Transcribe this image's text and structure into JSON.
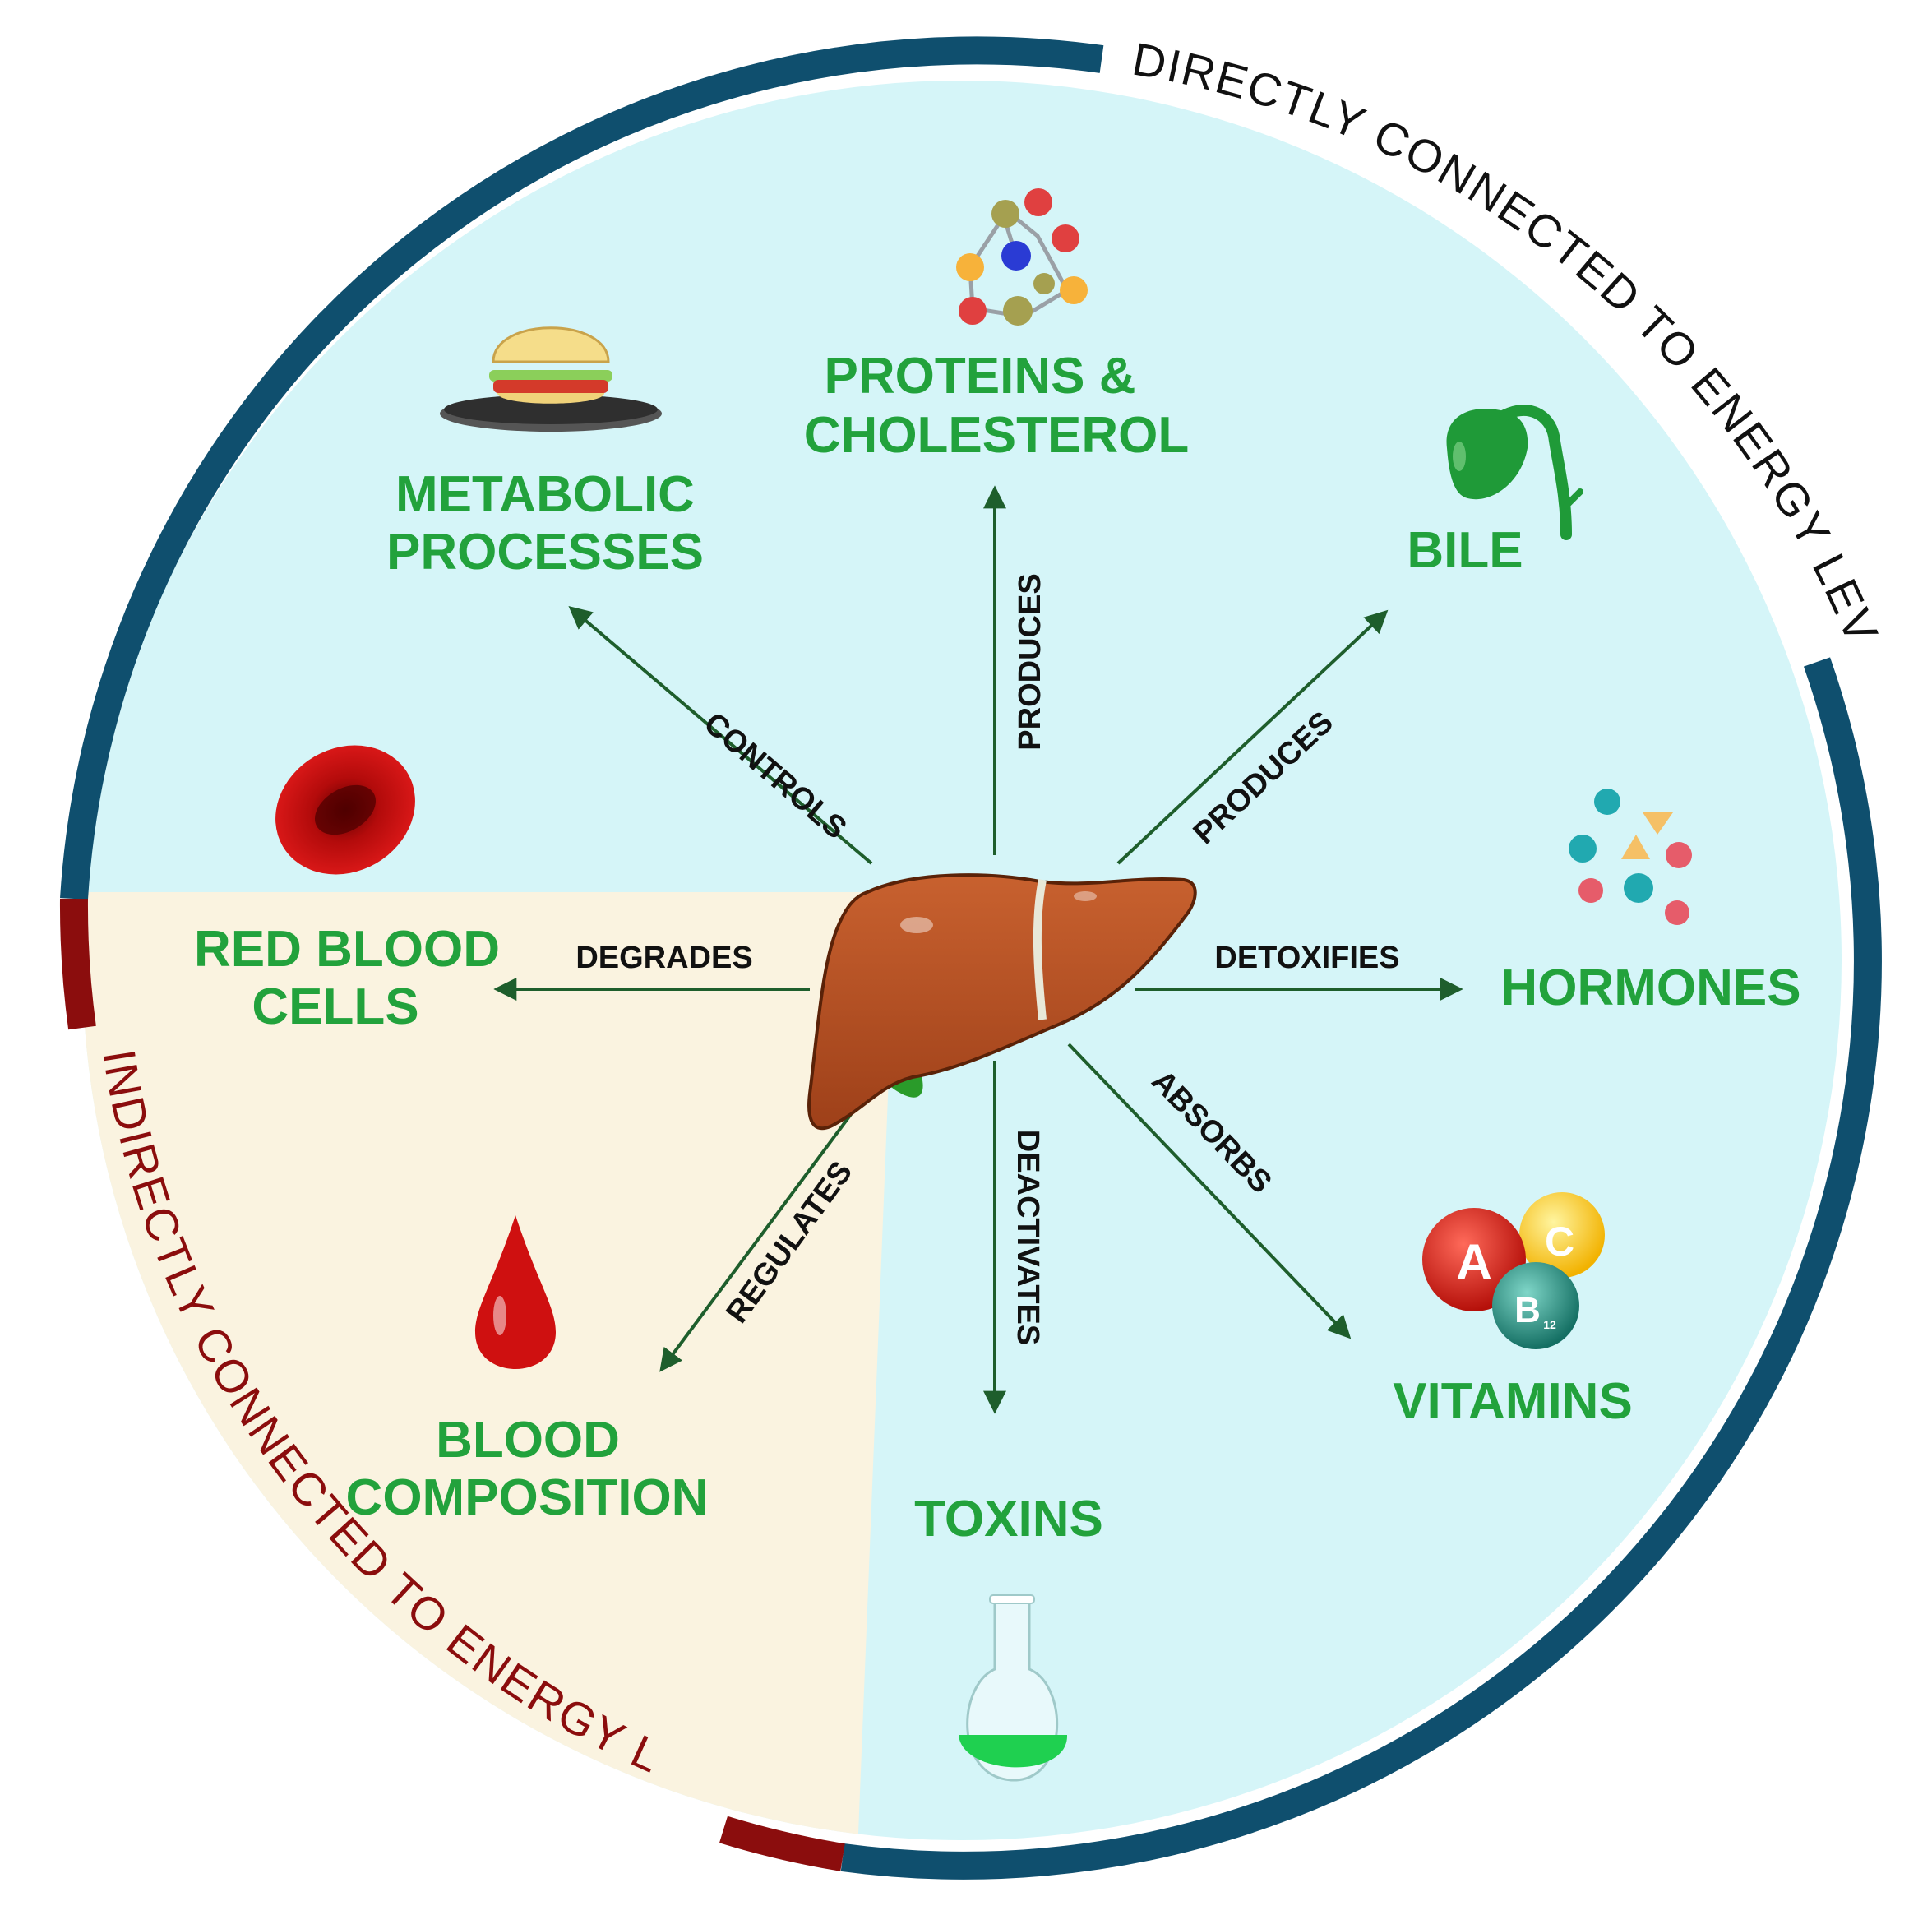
{
  "center": {
    "organ": "liver"
  },
  "ring": {
    "direct_label": "DIRECTLY CONNECTED TO ENERGY LEVELS",
    "indirect_label": "INDIRECTLY CONNECTED TO ENERGY LEVELS"
  },
  "nodes": {
    "metabolic": {
      "line1": "METABOLIC",
      "line2": "PROCESSES",
      "icon": "burger-icon"
    },
    "proteins": {
      "line1": "PROTEINS &",
      "line2": "CHOLESTEROL",
      "icon": "molecule-icon"
    },
    "bile": {
      "line1": "BILE",
      "icon": "gallbladder-icon"
    },
    "hormones": {
      "line1": "HORMONES",
      "icon": "hormone-particles-icon"
    },
    "vitamins": {
      "line1": "VITAMINS",
      "icon": "vitamin-balls-icon",
      "balls": [
        "A",
        "C",
        "B",
        "12"
      ]
    },
    "toxins": {
      "line1": "TOXINS",
      "icon": "flask-icon"
    },
    "blood_composition": {
      "line1": "BLOOD",
      "line2": "COMPOSITION",
      "icon": "blood-drop-icon"
    },
    "red_blood_cells": {
      "line1": "RED BLOOD",
      "line2": "CELLS",
      "icon": "red-blood-cell-icon"
    }
  },
  "edges": {
    "controls": "CONTROLS",
    "produces_proteins": "PRODUCES",
    "produces_bile": "PRODUCES",
    "detoxifies": "DETOXIFIES",
    "absorbs": "ABSORBS",
    "deactivates": "DEACTIVATES",
    "regulates": "REGULATES",
    "degrades": "DEGRADES"
  },
  "colors": {
    "direct_zone": "#d5f5f8",
    "indirect_zone": "#faf3e0",
    "direct_ring": "#0f4f6e",
    "indirect_ring": "#8b0d0d",
    "label_green": "#22a23c",
    "arrow": "#1e5e2c"
  }
}
